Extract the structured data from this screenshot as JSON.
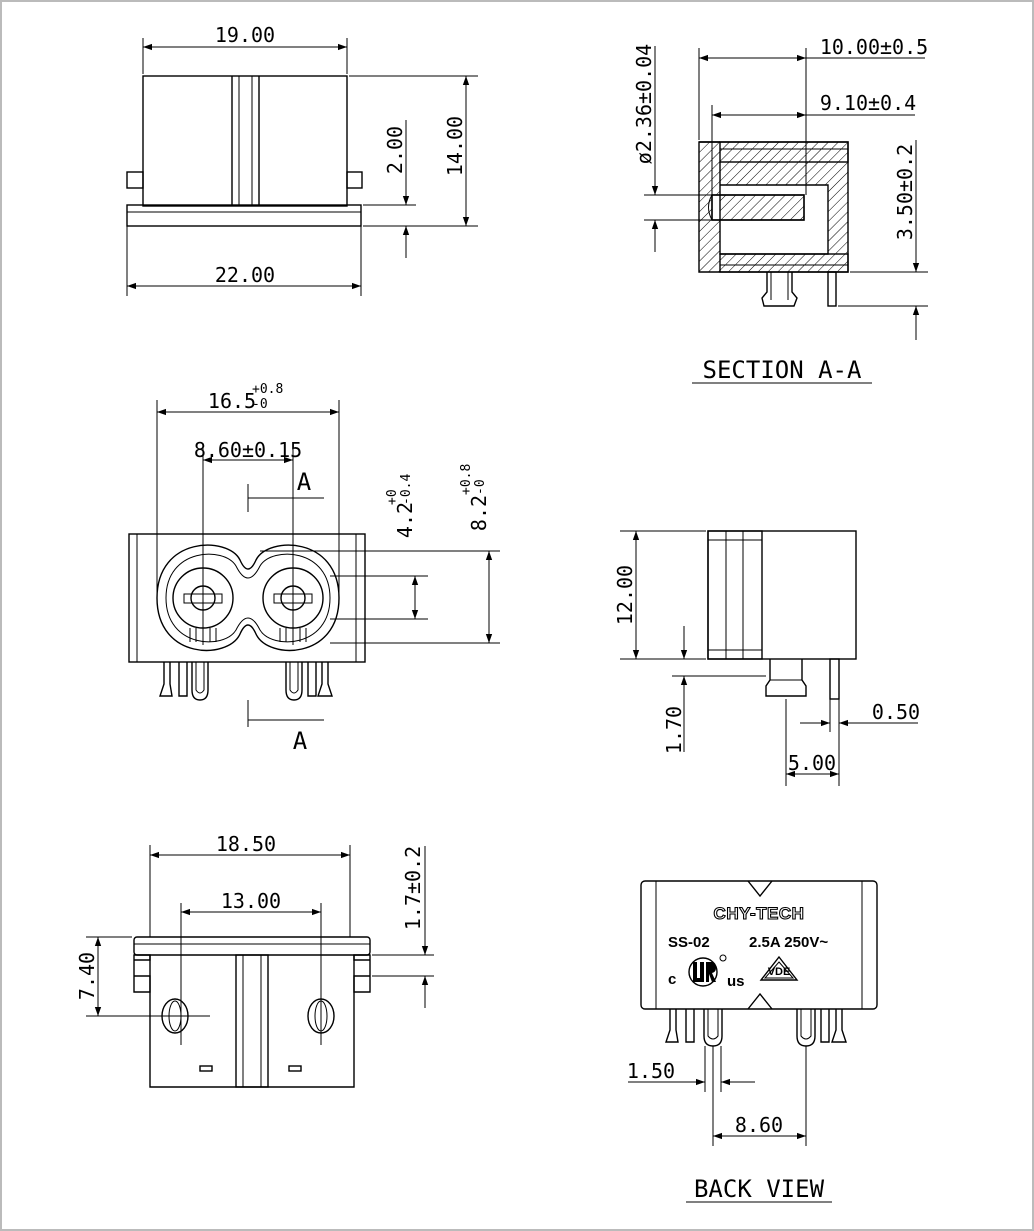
{
  "drawing": {
    "top_view": {
      "width_top": "19.00",
      "height_total": "14.00",
      "step": "2.00",
      "width_bottom": "22.00"
    },
    "section_aa": {
      "title": "SECTION A-A",
      "depth": "10.00±0.5",
      "pin_length": "9.10±0.4",
      "pin_diameter": "ø2.36±0.04",
      "pin_height": "3.50±0.2"
    },
    "front_view": {
      "outer_width_main": "16.5",
      "outer_width_sup": "+0.8",
      "outer_width_sub": "-0",
      "pin_spacing": "8.60±0.15",
      "inner_height_main": "4.2",
      "inner_height_sup": "+0",
      "inner_height_sub": "-0.4",
      "outer_height_main": "8.2",
      "outer_height_sup": "+0.8",
      "outer_height_sub": "-0",
      "section_marker": "A"
    },
    "side_view": {
      "height": "12.00",
      "base": "1.70",
      "lead_thickness": "0.50",
      "lead_offset": "5.00"
    },
    "bottom_view": {
      "width": "18.50",
      "hole_spacing": "13.00",
      "hole_offset": "7.40",
      "flange": "1.7±0.2"
    },
    "back_view": {
      "title": "BACK VIEW",
      "brand": "CHY-TECH",
      "model": "SS-02",
      "rating": "2.5A 250V~",
      "cert_c": "c",
      "cert_us": "us",
      "cert_vde": "VDE",
      "lead_width": "1.50",
      "lead_spacing": "8.60"
    }
  }
}
